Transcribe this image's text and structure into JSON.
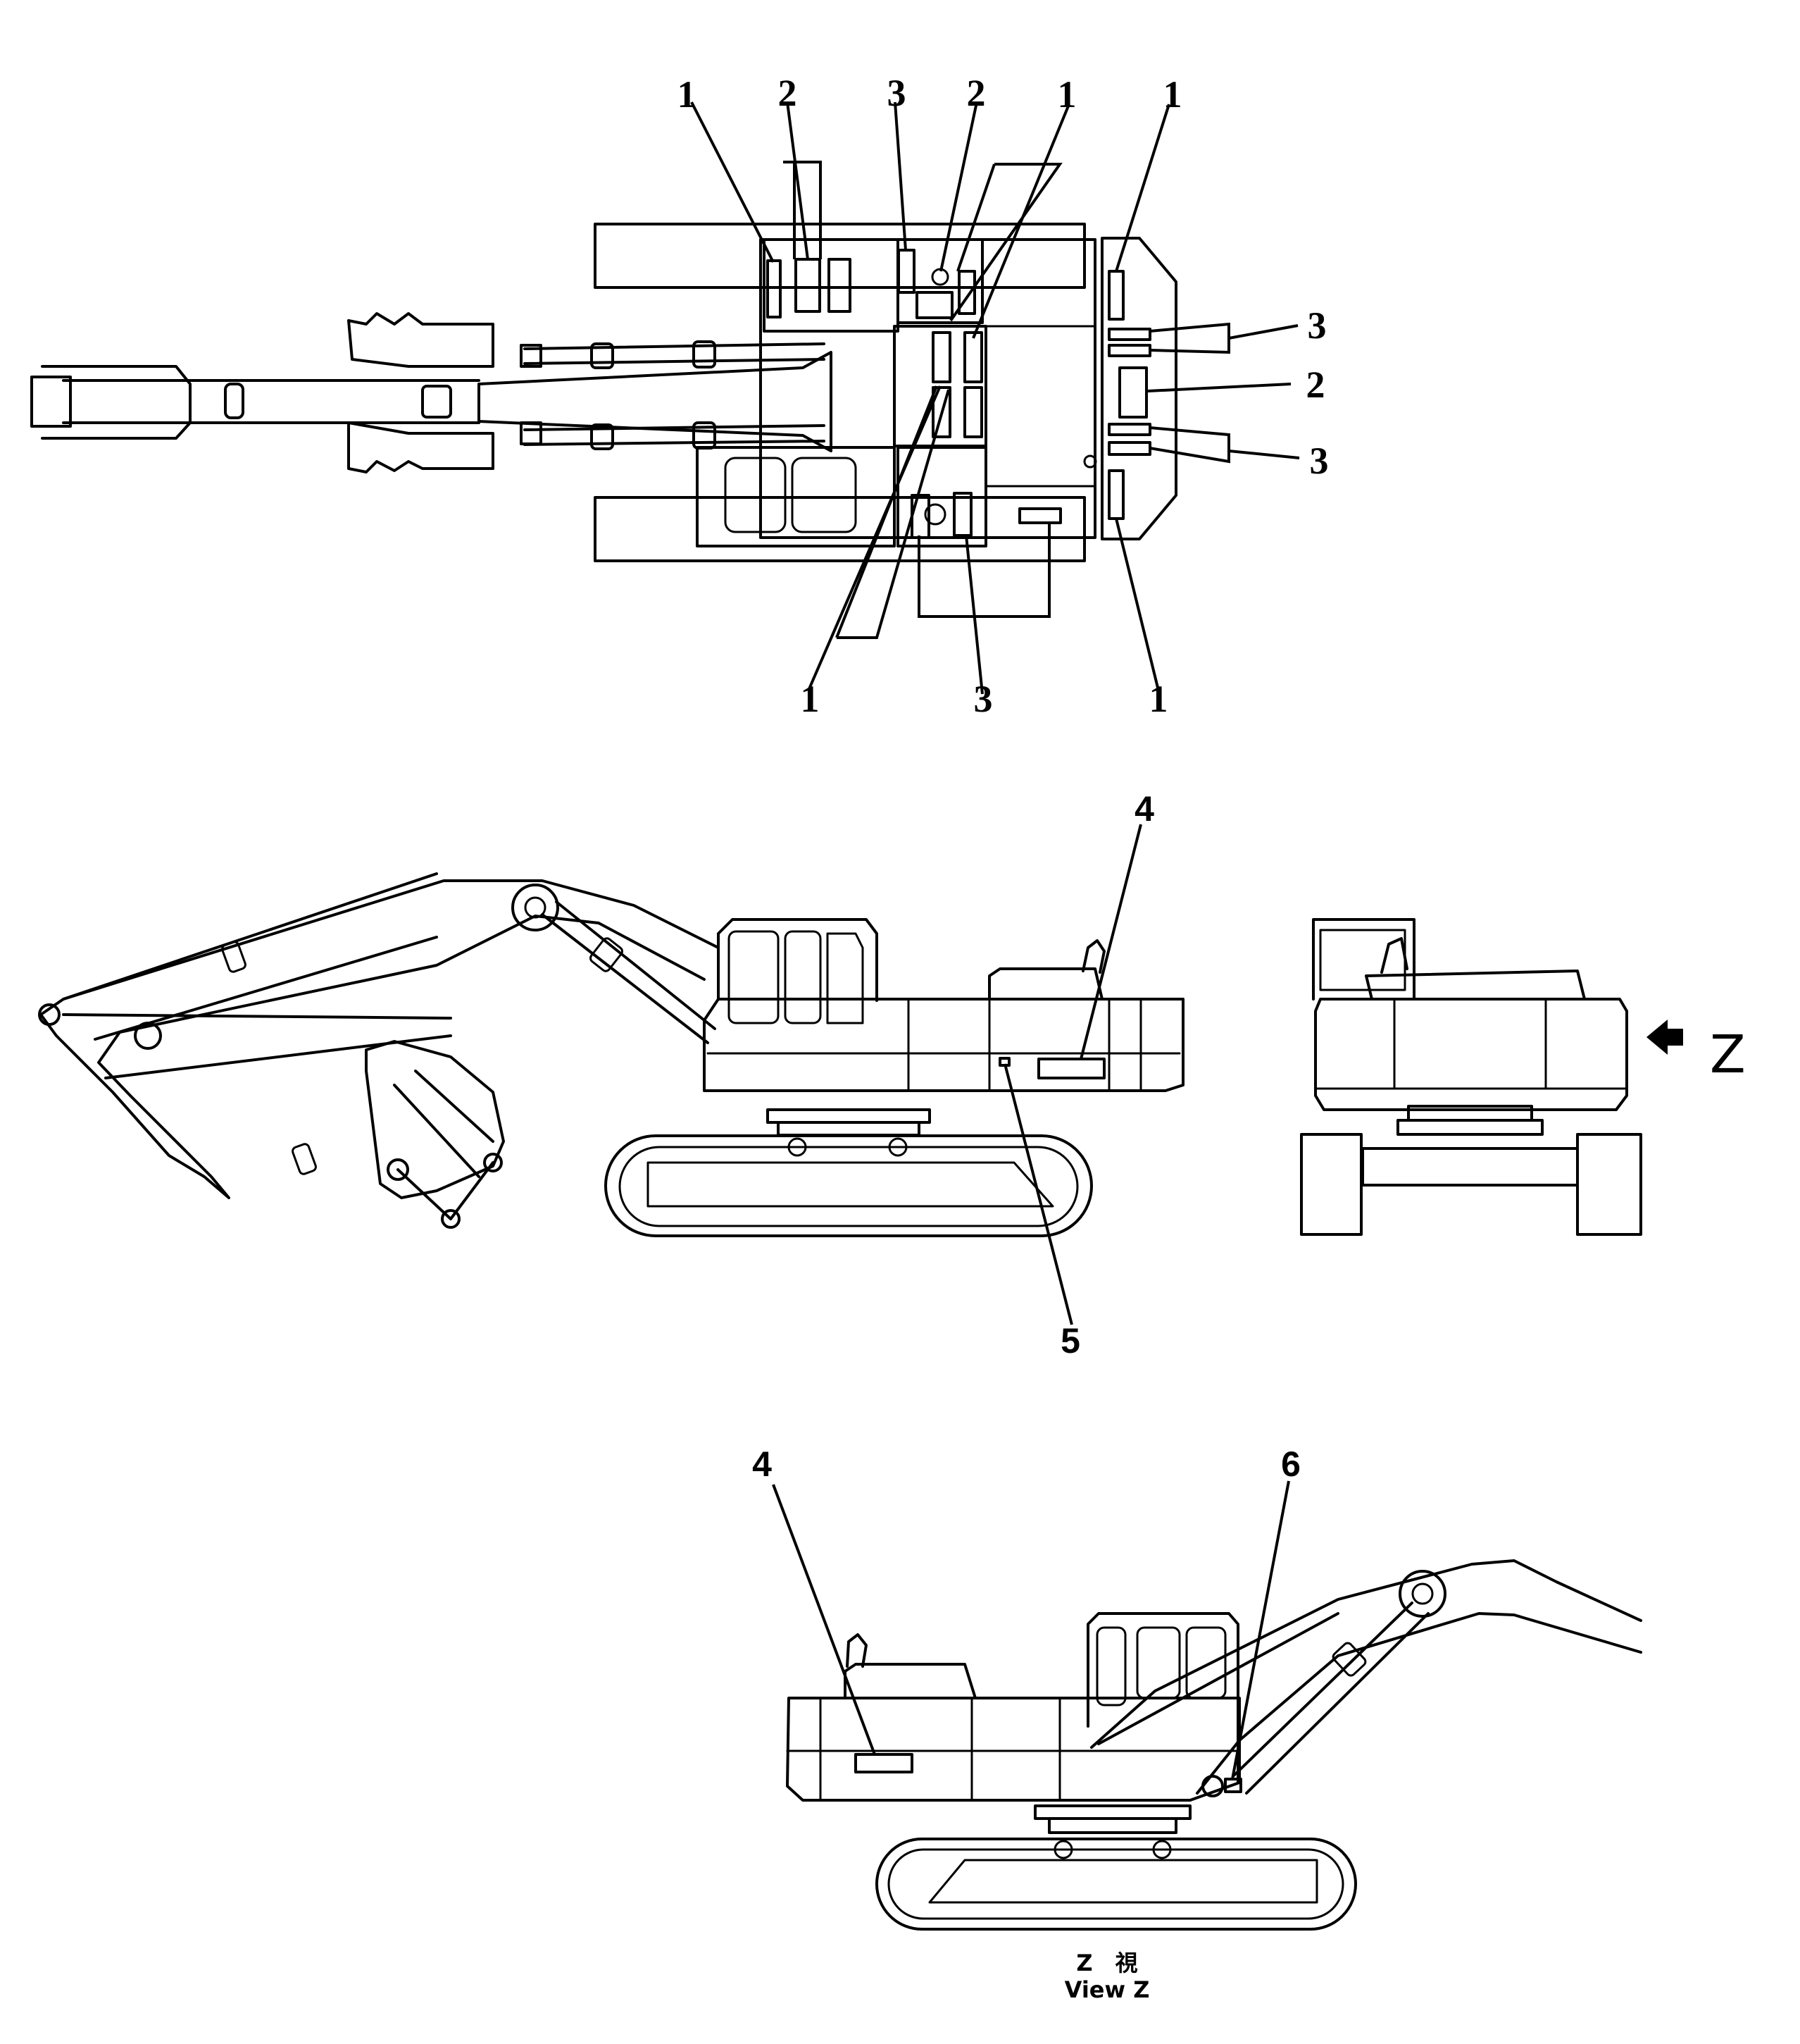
{
  "top_view": {
    "callouts": [
      "1",
      "2",
      "3",
      "2",
      "1",
      "1",
      "3",
      "2",
      "3",
      "1",
      "3",
      "1"
    ]
  },
  "side_view": {
    "callouts": [
      "4",
      "5"
    ],
    "arrow_label": "Z"
  },
  "view_z": {
    "callouts": [
      "4",
      "6"
    ],
    "caption_line1": "Z　視",
    "caption_line2": "View  Z"
  }
}
